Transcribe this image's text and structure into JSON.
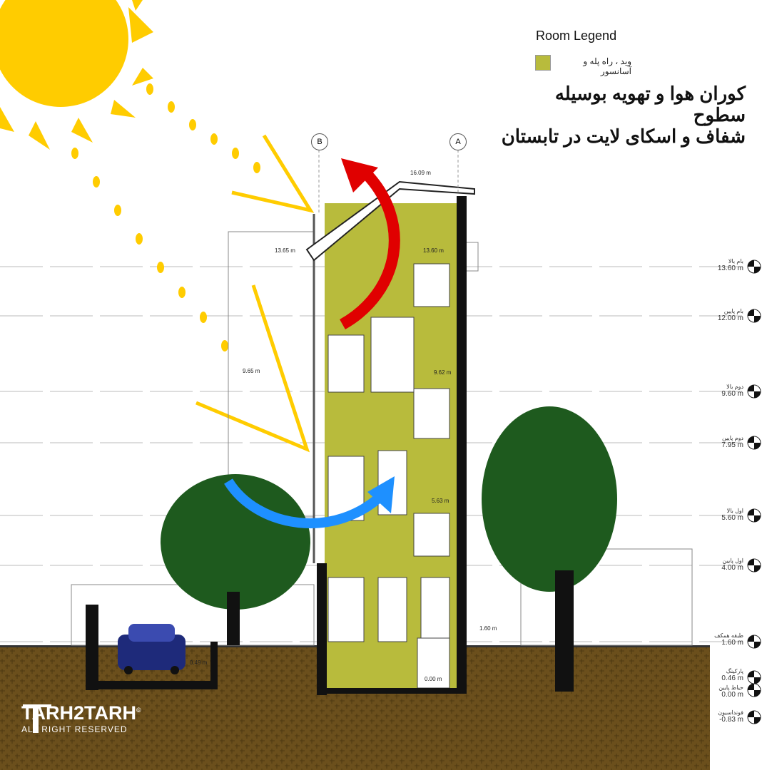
{
  "legend": {
    "title": "Room Legend",
    "items": [
      {
        "label": "وید ، راه پله و آسانسور",
        "color": "#b8bb3c"
      }
    ]
  },
  "title": {
    "line1": "کوران هوا و تهویه بوسیله سطوح",
    "line2": "شفاف و اسکای لایت در تابستان"
  },
  "grid_tags": [
    "B",
    "A"
  ],
  "levels": [
    {
      "name": "بام بالا",
      "value": "13.60 m"
    },
    {
      "name": "بام پایین",
      "value": "12.00 m"
    },
    {
      "name": "دوم بالا",
      "value": "9.60 m"
    },
    {
      "name": "دوم پایین",
      "value": "7.95 m"
    },
    {
      "name": "اول بالا",
      "value": "5.60 m"
    },
    {
      "name": "اول پایین",
      "value": "4.00 m"
    },
    {
      "name": "طبقه همکف",
      "value": "1.60 m"
    },
    {
      "name": "پارکینگ",
      "value": "0.46 m"
    },
    {
      "name": "حیاط پایین",
      "value": "0.00 m"
    },
    {
      "name": "فونداسیون",
      "value": "-0.83 m"
    }
  ],
  "dimensions": [
    "16.09 m",
    "13.65 m",
    "13.60 m",
    "9.65 m",
    "9.62 m",
    "5.63 m",
    "1.60 m",
    "0.49 m",
    "0.00 m"
  ],
  "logo": {
    "brand": "TARH2TARH",
    "tagline": "ALL RIGHT RESERVED",
    "mark": "©"
  },
  "colors": {
    "void": "#b8bb3c",
    "sun": "#ffcc00",
    "tree": "#1e5a1e",
    "ground": "#6b4f1c",
    "hot_air": "#e00000",
    "cool_air": "#1e90ff"
  }
}
